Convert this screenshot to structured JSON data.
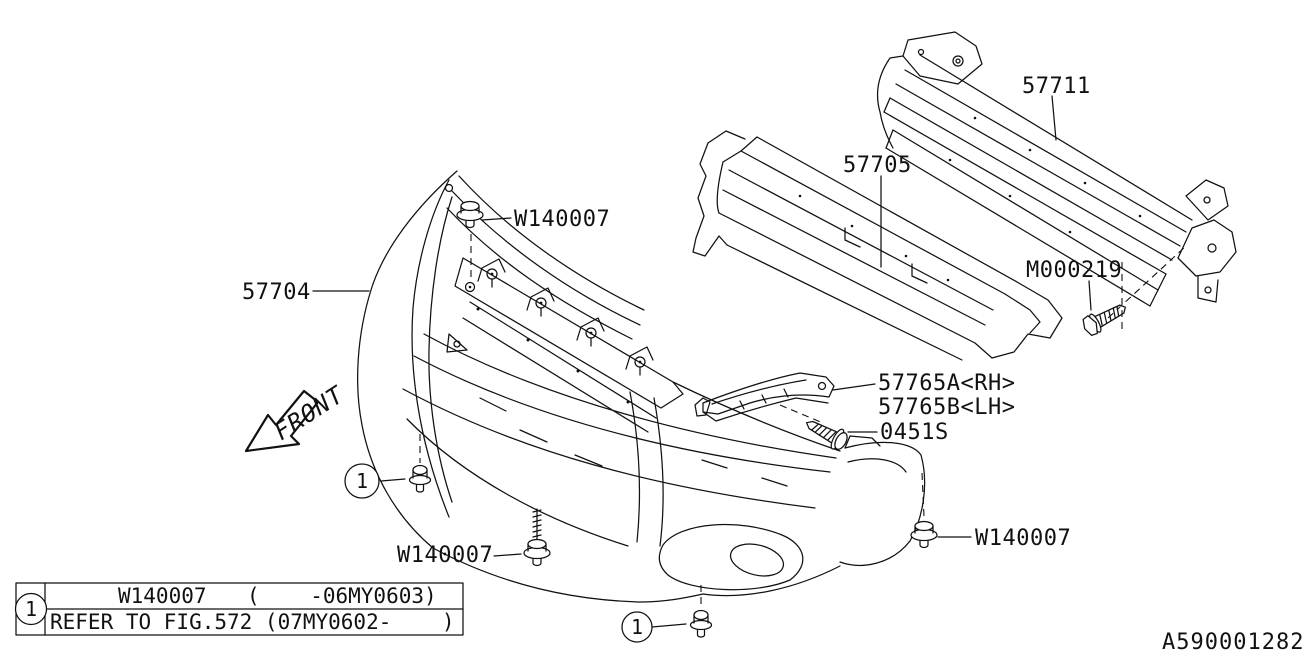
{
  "diagram": {
    "drawing_number": "A590001282",
    "front_arrow_label": "FRONT",
    "callout_number": "1",
    "part_labels": {
      "bumper_beam": "57711",
      "energy_absorber": "57705",
      "bumper_face": "57704",
      "clip_top": "W140007",
      "clip_bottom_left": "W140007",
      "clip_right": "W140007",
      "bolt": "M000219",
      "bracket_rh": "57765A<RH>",
      "bracket_lh": "57765B<LH>",
      "tapping_screw": "0451S"
    }
  },
  "note_table": {
    "callout": "1",
    "rows": [
      [
        "W140007",
        "(    -06MY0603)"
      ],
      [
        "REFER TO FIG.572 (07MY0602-    )"
      ]
    ]
  }
}
